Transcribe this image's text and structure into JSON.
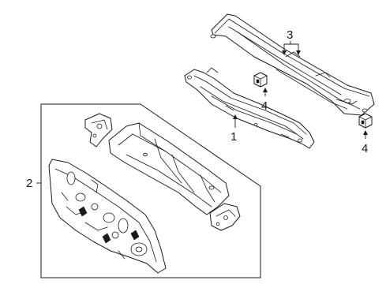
{
  "diagram": {
    "callouts": {
      "c1": "1",
      "c2": "2",
      "c3": "3",
      "c4a": "4",
      "c4b": "4"
    }
  }
}
